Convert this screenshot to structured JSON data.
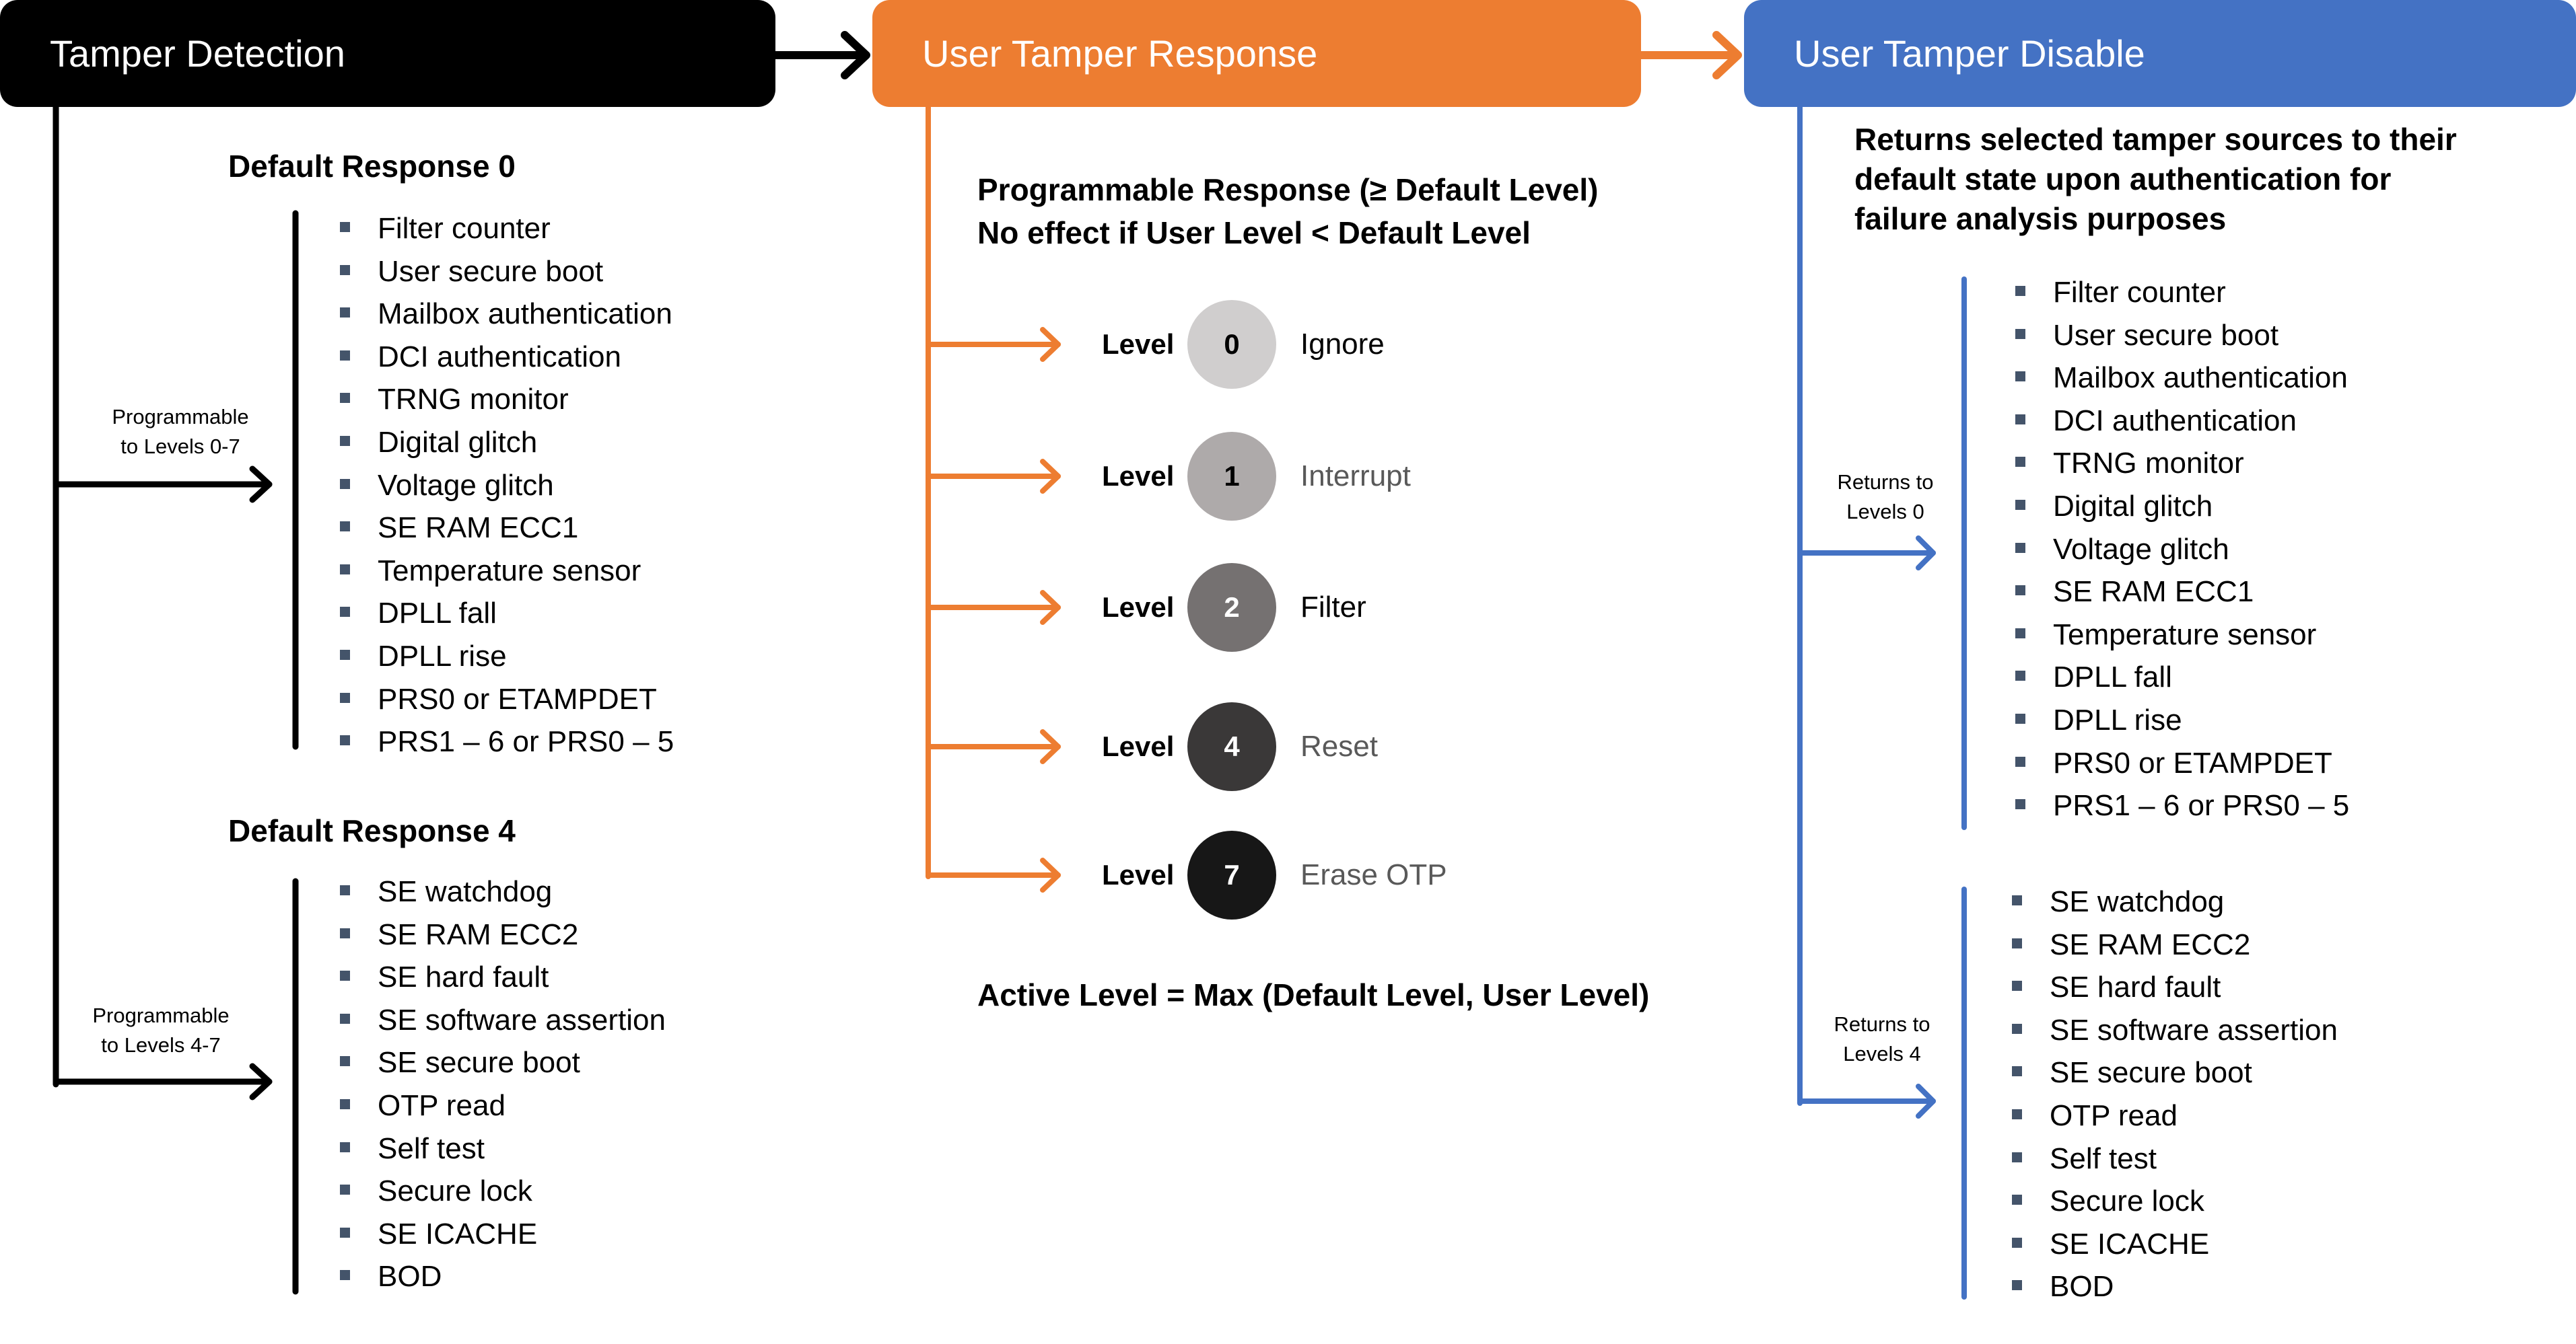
{
  "colors": {
    "detection": "#000000",
    "response": "#ED7D31",
    "disable": "#4472C4",
    "bullet": "#44546A",
    "muted_text": "#595959"
  },
  "headers": {
    "detection": "Tamper Detection",
    "response": "User Tamper Response",
    "disable": "User Tamper Disable"
  },
  "detection": {
    "group0": {
      "title": "Default Response 0",
      "branch_label": [
        "Programmable",
        "to Levels 0-7"
      ],
      "items": [
        "Filter counter",
        "User secure boot",
        "Mailbox authentication",
        "DCI authentication",
        "TRNG monitor",
        "Digital glitch",
        "Voltage glitch",
        "SE RAM ECC1",
        "Temperature sensor",
        "DPLL fall",
        "DPLL rise",
        "PRS0 or ETAMPDET",
        "PRS1 – 6 or PRS0 – 5"
      ]
    },
    "group4": {
      "title": "Default Response 4",
      "branch_label": [
        "Programmable",
        "to Levels 4-7"
      ],
      "items": [
        "SE watchdog",
        "SE RAM ECC2",
        "SE hard fault",
        "SE software assertion",
        "SE secure boot",
        "OTP read",
        "Self test",
        "Secure lock",
        "SE ICACHE",
        "BOD"
      ]
    }
  },
  "response": {
    "intro": [
      "Programmable Response (≥ Default Level)",
      "No effect if User Level < Default Level"
    ],
    "level_word": "Level",
    "levels": [
      {
        "number": "0",
        "action": "Ignore",
        "circle": "#D0CECE",
        "number_color": "#000000",
        "action_color": "#000000"
      },
      {
        "number": "1",
        "action": "Interrupt",
        "circle": "#AEAAAA",
        "number_color": "#000000",
        "action_color": "#595959"
      },
      {
        "number": "2",
        "action": "Filter",
        "circle": "#757171",
        "number_color": "#FFFFFF",
        "action_color": "#000000"
      },
      {
        "number": "4",
        "action": "Reset",
        "circle": "#3A3838",
        "number_color": "#FFFFFF",
        "action_color": "#595959"
      },
      {
        "number": "7",
        "action": "Erase OTP",
        "circle": "#171717",
        "number_color": "#FFFFFF",
        "action_color": "#595959"
      }
    ],
    "formula": "Active Level = Max (Default Level, User Level)"
  },
  "disable": {
    "intro": [
      "Returns selected tamper sources to their",
      "default state upon authentication for",
      "failure analysis purposes"
    ],
    "group0": {
      "branch_label": [
        "Returns  to",
        "Levels 0"
      ],
      "items": [
        "Filter counter",
        "User secure boot",
        "Mailbox authentication",
        "DCI authentication",
        "TRNG monitor",
        "Digital glitch",
        "Voltage glitch",
        "SE RAM ECC1",
        "Temperature sensor",
        "DPLL fall",
        "DPLL rise",
        "PRS0 or ETAMPDET",
        "PRS1 – 6 or PRS0 – 5"
      ]
    },
    "group4": {
      "branch_label": [
        "Returns  to",
        "Levels 4"
      ],
      "items": [
        "SE watchdog",
        "SE RAM ECC2",
        "SE hard fault",
        "SE software assertion",
        "SE secure boot",
        "OTP read",
        "Self test",
        "Secure lock",
        "SE ICACHE",
        "BOD"
      ]
    }
  }
}
